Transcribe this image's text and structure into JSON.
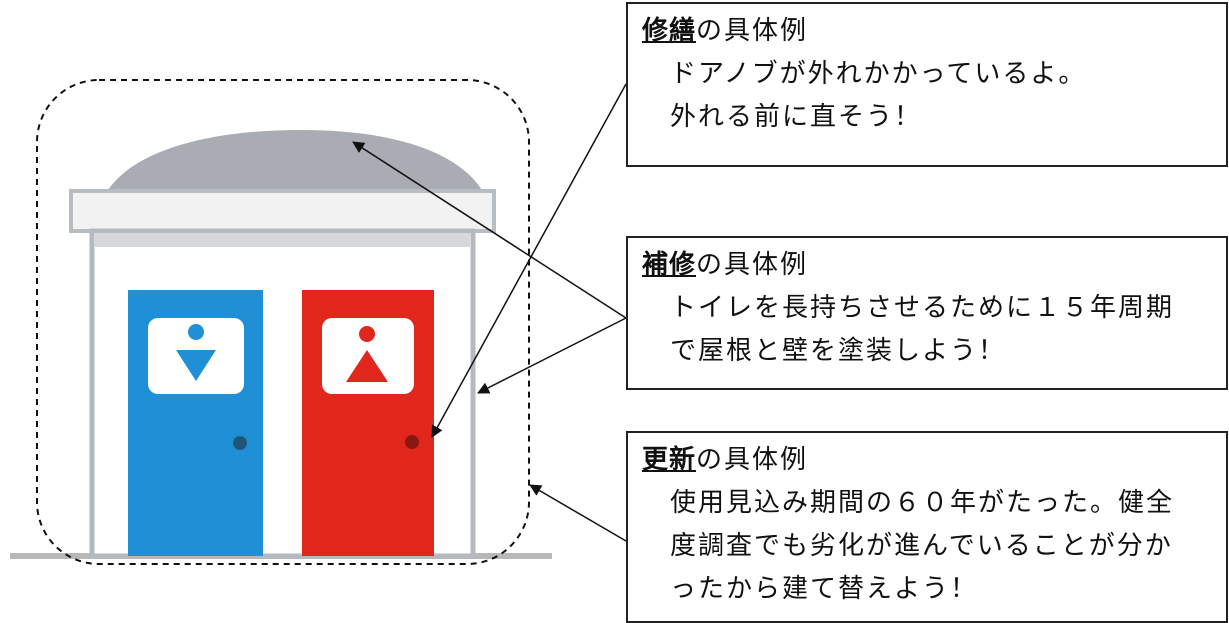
{
  "callouts": {
    "repair": {
      "term": "修繕",
      "suffix": "の具体例",
      "lines": [
        "ドアノブが外れかかっているよ。",
        "外れる前に直そう！"
      ]
    },
    "maintenance": {
      "term": "補修",
      "suffix": "の具体例",
      "lines": [
        "トイレを長持ちさせるために１５年周期",
        "で屋根と壁を塗装しよう！"
      ]
    },
    "renewal": {
      "term": "更新",
      "suffix": "の具体例",
      "lines": [
        "使用見込み期間の６０年がたった。健全",
        "度調査でも劣化が進んでいることが分か",
        "ったから建て替えよう！"
      ]
    }
  },
  "colors": {
    "roof": "#a9acb3",
    "eave": "#f2f2f2",
    "wall": "#ffffff",
    "wall_border": "#b5b9c0",
    "mens_door": "#1f8fd6",
    "womens_door": "#e1261c",
    "knob_mens": "#20557a",
    "knob_womens": "#8a1712",
    "ground": "#b8b8b8"
  },
  "icons": {
    "mens_sign": "male-restroom-icon",
    "womens_sign": "female-restroom-icon"
  }
}
